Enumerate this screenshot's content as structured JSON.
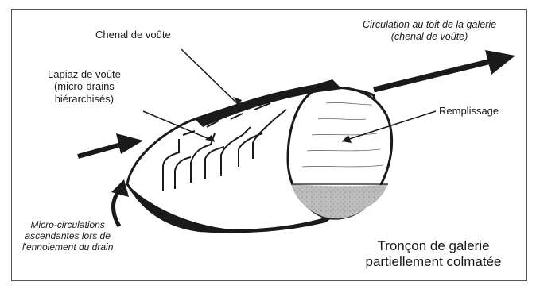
{
  "labels": {
    "chenal": "Chenal de voûte",
    "lapiaz": "Lapiaz de voûte\n(micro-drains\nhiérarchisés)",
    "circulation_toit": "Circulation au toit de la galerie\n(chenal de voûte)",
    "remplissage": "Remplissage",
    "micro_circulations": "Micro-circulations\nascendantes lors de\nl'ennoiement du drain",
    "troncon": "Tronçon de galerie\npartiellement colmatée"
  },
  "colors": {
    "ink": "#1a1a1a",
    "fill_sediment": "#b9b9b9",
    "background": "#ffffff"
  },
  "icons": [
    "circulation-arrow-icon",
    "micro-circulation-arrow-icon"
  ]
}
